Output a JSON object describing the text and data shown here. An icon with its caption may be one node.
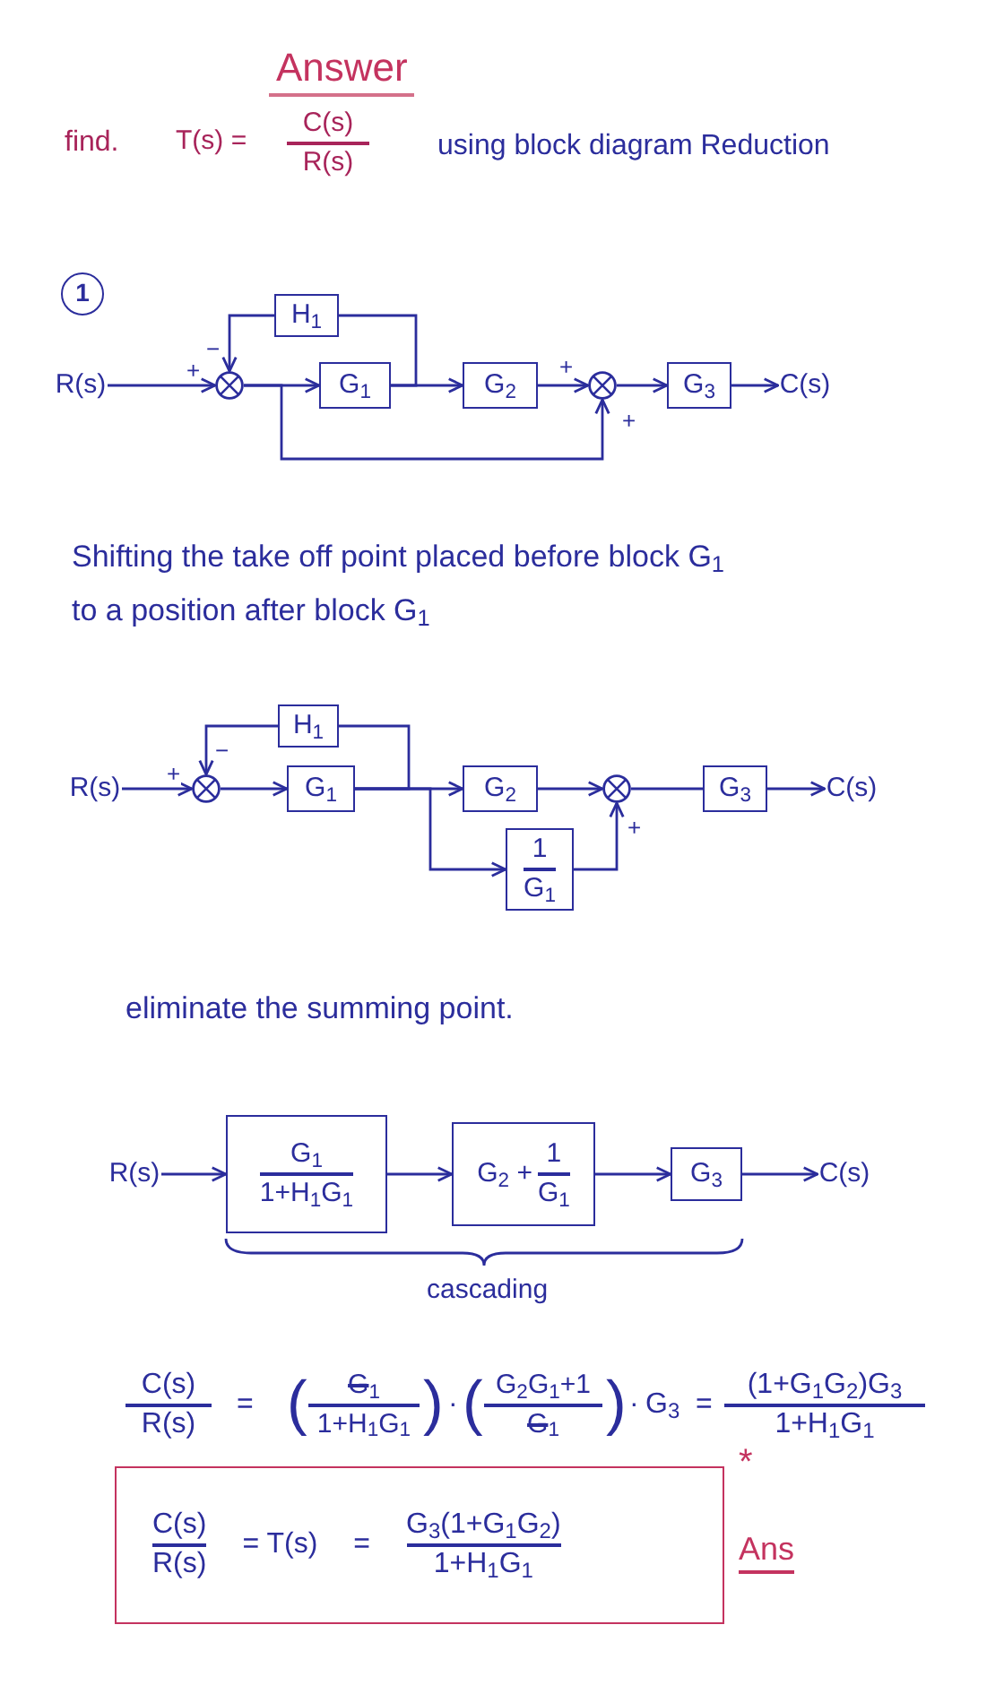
{
  "diagram": {
    "title": "Answer",
    "nodes": [
      {
        "text": [
          "1"
        ]
      },
      {
        "text": [
          "R(s)"
        ]
      },
      {
        "text": [],
        "shape": "circle"
      },
      {
        "text": [
          "H$_{1}$"
        ]
      },
      {
        "text": [
          "G$_{1}$"
        ]
      },
      {
        "text": [
          "G$_{2}$"
        ]
      },
      {
        "text": [],
        "shape": "circle"
      },
      {
        "text": [
          "G$_{3}$"
        ]
      },
      {
        "text": [
          "C(s)"
        ]
      },
      {
        "text": [
          "R(s)"
        ]
      },
      {
        "text": [],
        "shape": "circle"
      },
      {
        "text": [
          "H$_{1}$"
        ]
      },
      {
        "text": [
          "G$_{1}$"
        ]
      },
      {
        "text": [
          "G$_{2}$"
        ]
      },
      {
        "text": [
          "1",
          "G$_{1}$"
        ]
      },
      {
        "text": [],
        "shape": "circle"
      },
      {
        "text": [
          "G$_{3}$"
        ]
      },
      {
        "text": [
          "C(s)"
        ]
      },
      {
        "text": [
          "R(s)"
        ]
      },
      {
        "text": [
          "G$_{1}$",
          "1+H$_{1}$G$_{1}$"
        ]
      },
      {
        "text": [
          "G$_{2}$ +",
          "1",
          "G$_{1}$"
        ]
      },
      {
        "text": [
          "G$_{3}$"
        ]
      },
      {
        "text": [
          "C(s)"
        ]
      },
      {
        "text": [
          "C(s)",
          "R(s)",
          "= T(s)",
          "=",
          "G$_{3}$(1+G$_{1}$G$_{2}$)",
          "1+H$_{1}$G$_{1}$"
        ],
        "beside": [
          "Ans"
        ]
      }
    ],
    "edges": [
      {
        "from": 1,
        "to": 2,
        "arrow": "to",
        "label": "+"
      },
      {
        "from": 2,
        "to": 4,
        "arrow": "to"
      },
      {
        "from": 4,
        "to": 5,
        "arrow": "to"
      },
      {
        "from": 4,
        "to": 3,
        "arrow": "none"
      },
      {
        "from": 3,
        "to": 2,
        "arrow": "to",
        "label": "−"
      },
      {
        "from": 2,
        "to": 6,
        "arrow": "to",
        "label": "+"
      },
      {
        "from": 5,
        "to": 6,
        "arrow": "to",
        "label": "+"
      },
      {
        "from": 6,
        "to": 7,
        "arrow": "to"
      },
      {
        "from": 7,
        "to": 8,
        "arrow": "to"
      },
      {
        "from": 9,
        "to": 10,
        "arrow": "to",
        "label": "+"
      },
      {
        "from": 10,
        "to": 12,
        "arrow": "to"
      },
      {
        "from": 12,
        "to": 13,
        "arrow": "to"
      },
      {
        "from": 12,
        "to": 11,
        "arrow": "none"
      },
      {
        "from": 11,
        "to": 10,
        "arrow": "to",
        "label": "−"
      },
      {
        "from": 12,
        "to": 14,
        "arrow": "to"
      },
      {
        "from": 13,
        "to": 15,
        "arrow": "to"
      },
      {
        "from": 14,
        "to": 15,
        "arrow": "to",
        "label": "+"
      },
      {
        "from": 15,
        "to": 16,
        "arrow": "none"
      },
      {
        "from": 16,
        "to": 17,
        "arrow": "to"
      },
      {
        "from": 18,
        "to": 19,
        "arrow": "to"
      },
      {
        "from": 19,
        "to": 20,
        "arrow": "to"
      },
      {
        "from": 20,
        "to": 21,
        "arrow": "to"
      },
      {
        "from": 21,
        "to": 22,
        "arrow": "to"
      }
    ],
    "labels": [
      "find.",
      "T(s) =",
      "C(s)",
      "R(s)",
      "using block diagram Reduction",
      "Shifting the take off point placed before block G$_{1}$ to a position after block G$_{1}$",
      "eliminate the summing point.",
      "cascading",
      "C(s)",
      "R(s)",
      "=",
      "(",
      "G$_{1}$",
      "1+H$_{1}$G$_{1}$",
      ")",
      "·",
      "(",
      "G$_{2}$G$_{1}$+1",
      "G$_{1}$",
      ")",
      "·",
      "G$_{3}$",
      "=",
      "(1+G$_{1}$G$_{2}$)G$_{3}$",
      "1+H$_{1}$G$_{1}$",
      "*"
    ]
  }
}
